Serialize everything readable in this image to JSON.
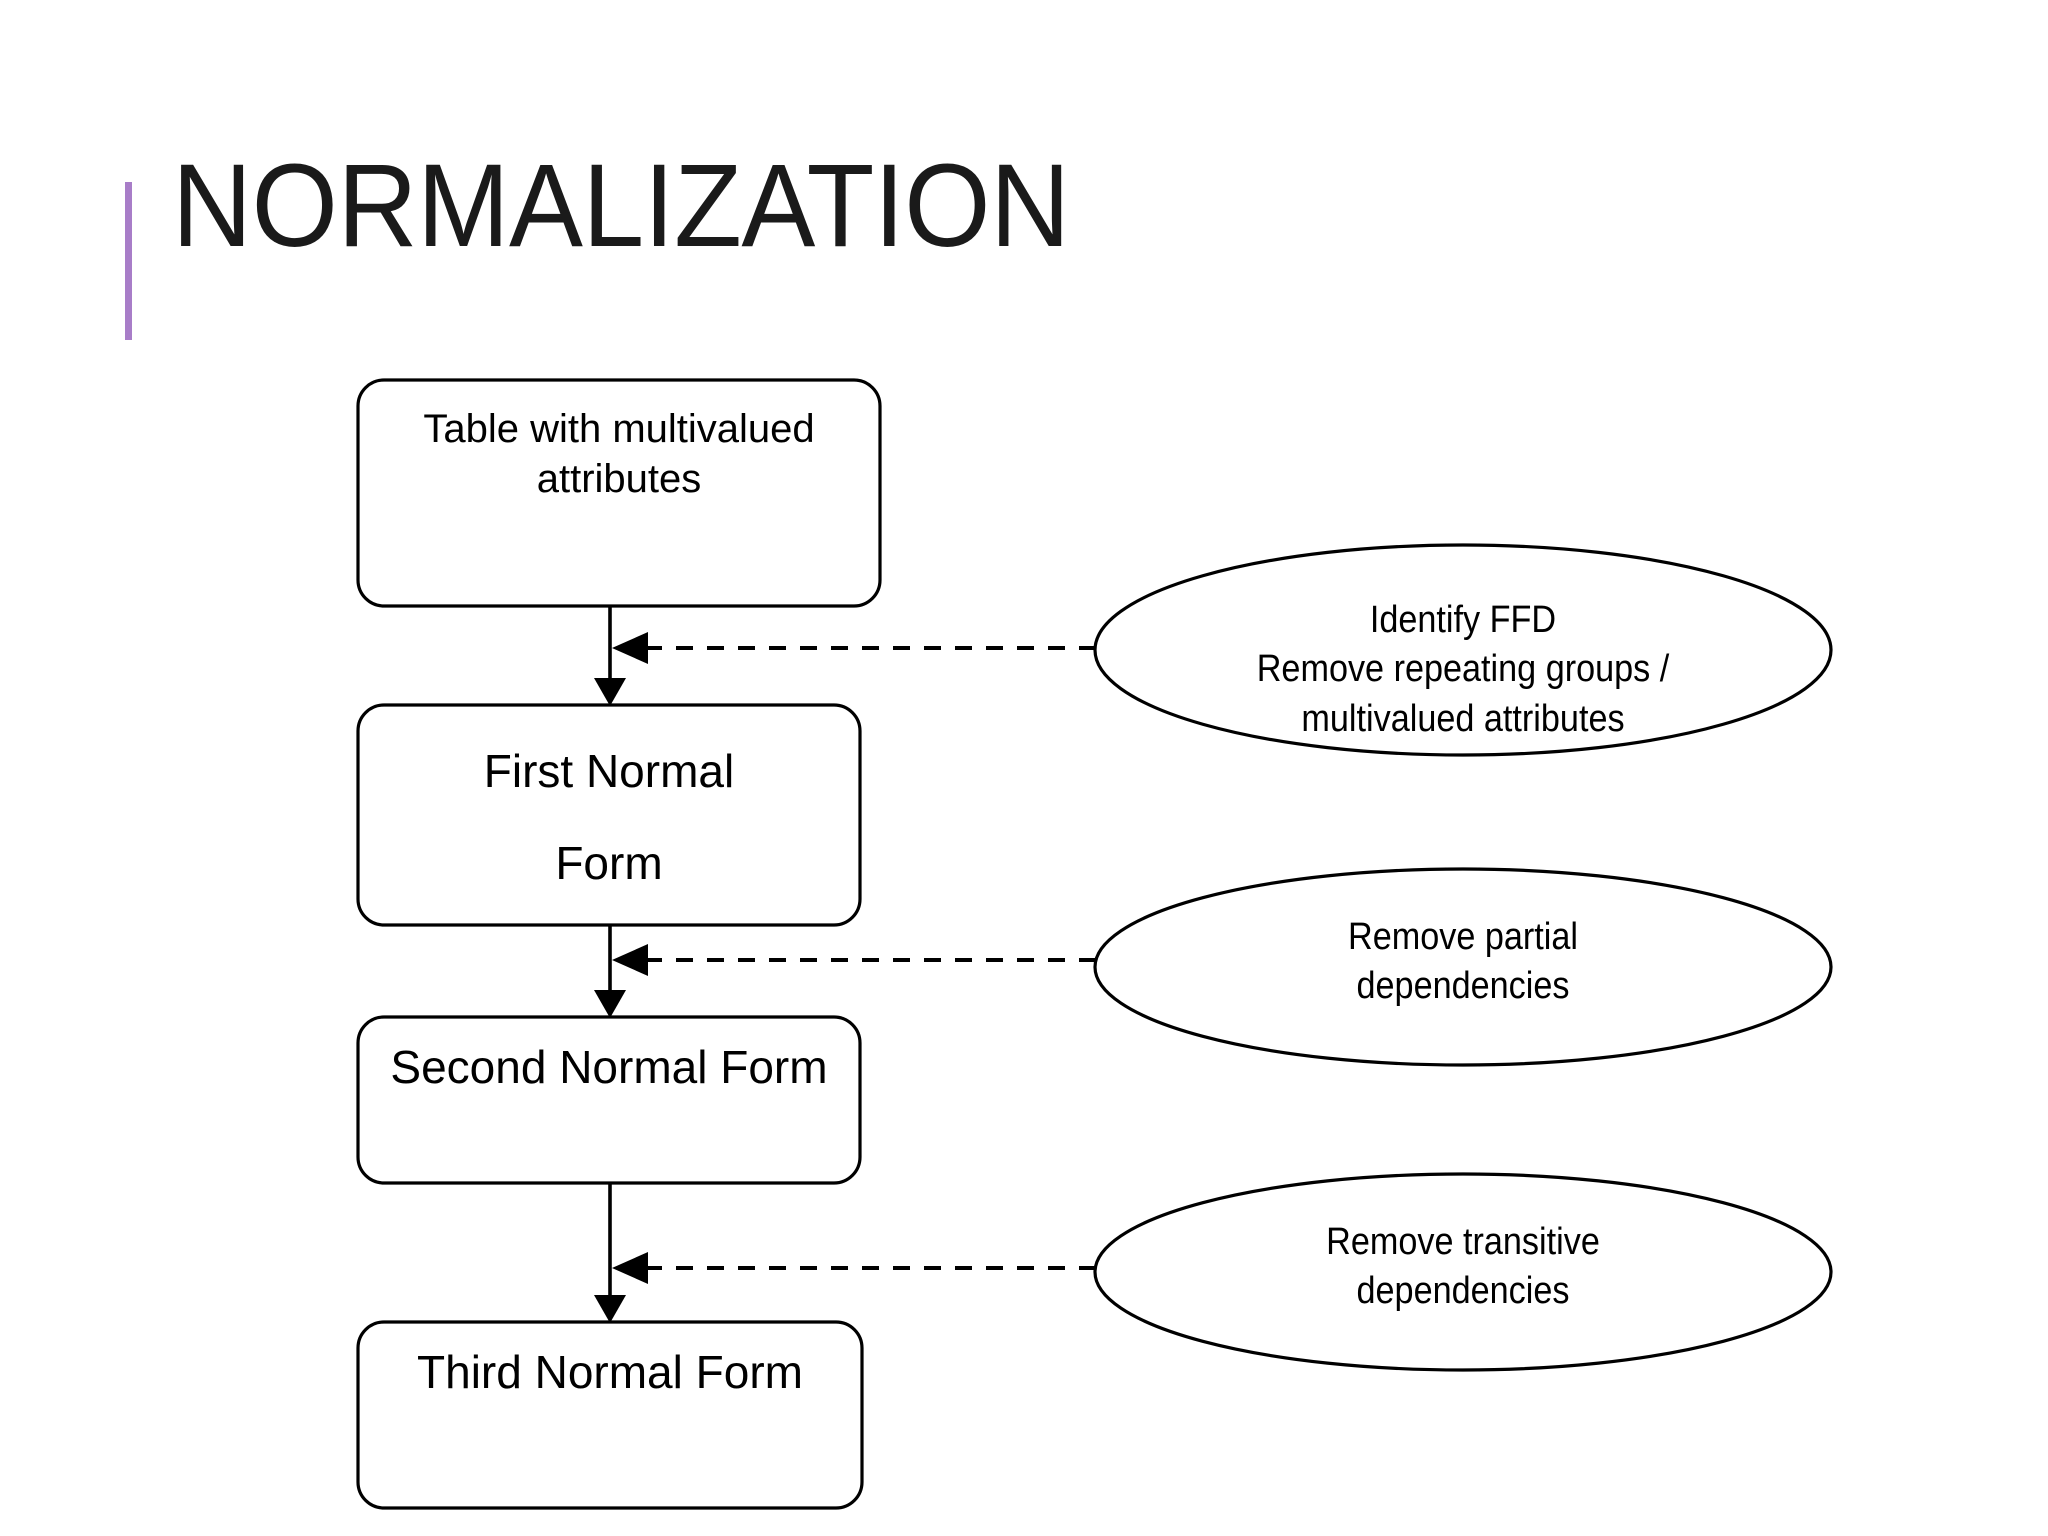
{
  "slide": {
    "title": "NORMALIZATION",
    "accent_color": "#a87dc8",
    "background_color": "#ffffff",
    "line_color": "#000000"
  },
  "diagram": {
    "type": "flowchart",
    "boxes": [
      {
        "id": "table-multivalued",
        "label": "Table with multivalued\nattributes"
      },
      {
        "id": "first-normal-form",
        "label": "First Normal\nForm"
      },
      {
        "id": "second-normal-form",
        "label": "Second Normal Form"
      },
      {
        "id": "third-normal-form",
        "label": "Third Normal Form"
      }
    ],
    "ellipses": [
      {
        "id": "identify-ffd",
        "label": "Identify FFD\nRemove repeating groups /\nmultivalued attributes"
      },
      {
        "id": "remove-partial-dependencies",
        "label": "Remove partial\ndependencies"
      },
      {
        "id": "remove-transitive-dependencies",
        "label": "Remove transitive\ndependencies"
      }
    ],
    "connectors": [
      {
        "id": "arrow-1",
        "from": "table-multivalued",
        "to": "first-normal-form",
        "style": "solid"
      },
      {
        "id": "arrow-2",
        "from": "first-normal-form",
        "to": "second-normal-form",
        "style": "solid"
      },
      {
        "id": "arrow-3",
        "from": "second-normal-form",
        "to": "third-normal-form",
        "style": "solid"
      },
      {
        "id": "note-arrow-1",
        "from": "identify-ffd",
        "to": "arrow-1",
        "style": "dashed"
      },
      {
        "id": "note-arrow-2",
        "from": "remove-partial-dependencies",
        "to": "arrow-2",
        "style": "dashed"
      },
      {
        "id": "note-arrow-3",
        "from": "remove-transitive-dependencies",
        "to": "arrow-3",
        "style": "dashed"
      }
    ]
  }
}
